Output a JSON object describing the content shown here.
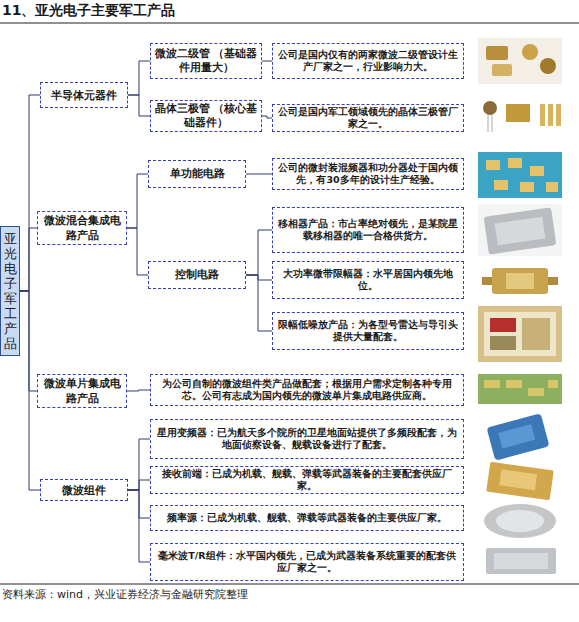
{
  "diagram": {
    "title": "11、亚光电子主要军工产品",
    "caption": "资料来源：wind，兴业证券经济与金融研究院整理",
    "nodes": [
      {
        "text": [
          "亚光电子军工产品"
        ]
      },
      {
        "text": [
          "半导体元器件"
        ]
      },
      {
        "text": [
          "微波混合集成电路产品"
        ]
      },
      {
        "text": [
          "微波单片集成电路产品"
        ]
      },
      {
        "text": [
          "微波组件"
        ]
      },
      {
        "text": [
          "微波二级管 （基础器件用量大）"
        ]
      },
      {
        "text": [
          "公司是国内仅有的两家微波二级管设计生产厂家之一，行业影响力大。"
        ]
      },
      {
        "text": [
          "晶体三极管 （核心基础器件）"
        ]
      },
      {
        "text": [
          "公司是国内军工领域领先的晶体三极管厂家之一。"
        ]
      },
      {
        "text": [
          "单功能电路"
        ]
      },
      {
        "text": [
          "公司的微封装混频器和功分器处于国内领先，有30多年的设计生产经验。"
        ]
      },
      {
        "text": [
          "控制电路"
        ]
      },
      {
        "text": [
          "移相器产品：市占率绝对领先，是某院星载移相器的唯一合格供货方。"
        ]
      },
      {
        "text": [
          "大功率微带限幅器：水平居国内领先地位。"
        ]
      },
      {
        "text": [
          "限幅低噪放产品：为各型号雷达与导引头提供大量配套。"
        ]
      },
      {
        "text": [
          "为公司自制的微波组件类产品做配套；根据用户需求定制各种专用芯。公司有志成为国内领先的微波单片集成电路供应商。"
        ]
      },
      {
        "text": [
          "星用变频器：已为航天多个院所的卫星地面站提供了多频段配套，为地面侦察设备、舰载设备进行了配套。"
        ]
      },
      {
        "text": [
          "接收前端：已成为机载、舰载、弹载等武器装备的主要配套供应厂家。"
        ]
      },
      {
        "text": [
          "频率源：已成为机载、舰载、弹载等武器装备的主要供应厂家。"
        ]
      },
      {
        "text": [
          "毫米波T/R组件：水平国内领先，已成为武器装备系统重要的配套供应厂家之一。"
        ]
      }
    ],
    "edges": [
      {
        "from": 0,
        "to": 1,
        "arrow": "none"
      },
      {
        "from": 0,
        "to": 2,
        "arrow": "none"
      },
      {
        "from": 0,
        "to": 3,
        "arrow": "none"
      },
      {
        "from": 0,
        "to": 4,
        "arrow": "none"
      },
      {
        "from": 1,
        "to": 5,
        "arrow": "none"
      },
      {
        "from": 1,
        "to": 7,
        "arrow": "none"
      },
      {
        "from": 5,
        "to": 6,
        "arrow": "none"
      },
      {
        "from": 7,
        "to": 8,
        "arrow": "none"
      },
      {
        "from": 2,
        "to": 9,
        "arrow": "none"
      },
      {
        "from": 2,
        "to": 11,
        "arrow": "none"
      },
      {
        "from": 9,
        "to": 10,
        "arrow": "none"
      },
      {
        "from": 11,
        "to": 12,
        "arrow": "none"
      },
      {
        "from": 11,
        "to": 13,
        "arrow": "none"
      },
      {
        "from": 11,
        "to": 14,
        "arrow": "none"
      },
      {
        "from": 3,
        "to": 15,
        "arrow": "none"
      },
      {
        "from": 4,
        "to": 16,
        "arrow": "none"
      },
      {
        "from": 4,
        "to": 17,
        "arrow": "none"
      },
      {
        "from": 4,
        "to": 18,
        "arrow": "none"
      },
      {
        "from": 4,
        "to": 19,
        "arrow": "none"
      }
    ]
  }
}
